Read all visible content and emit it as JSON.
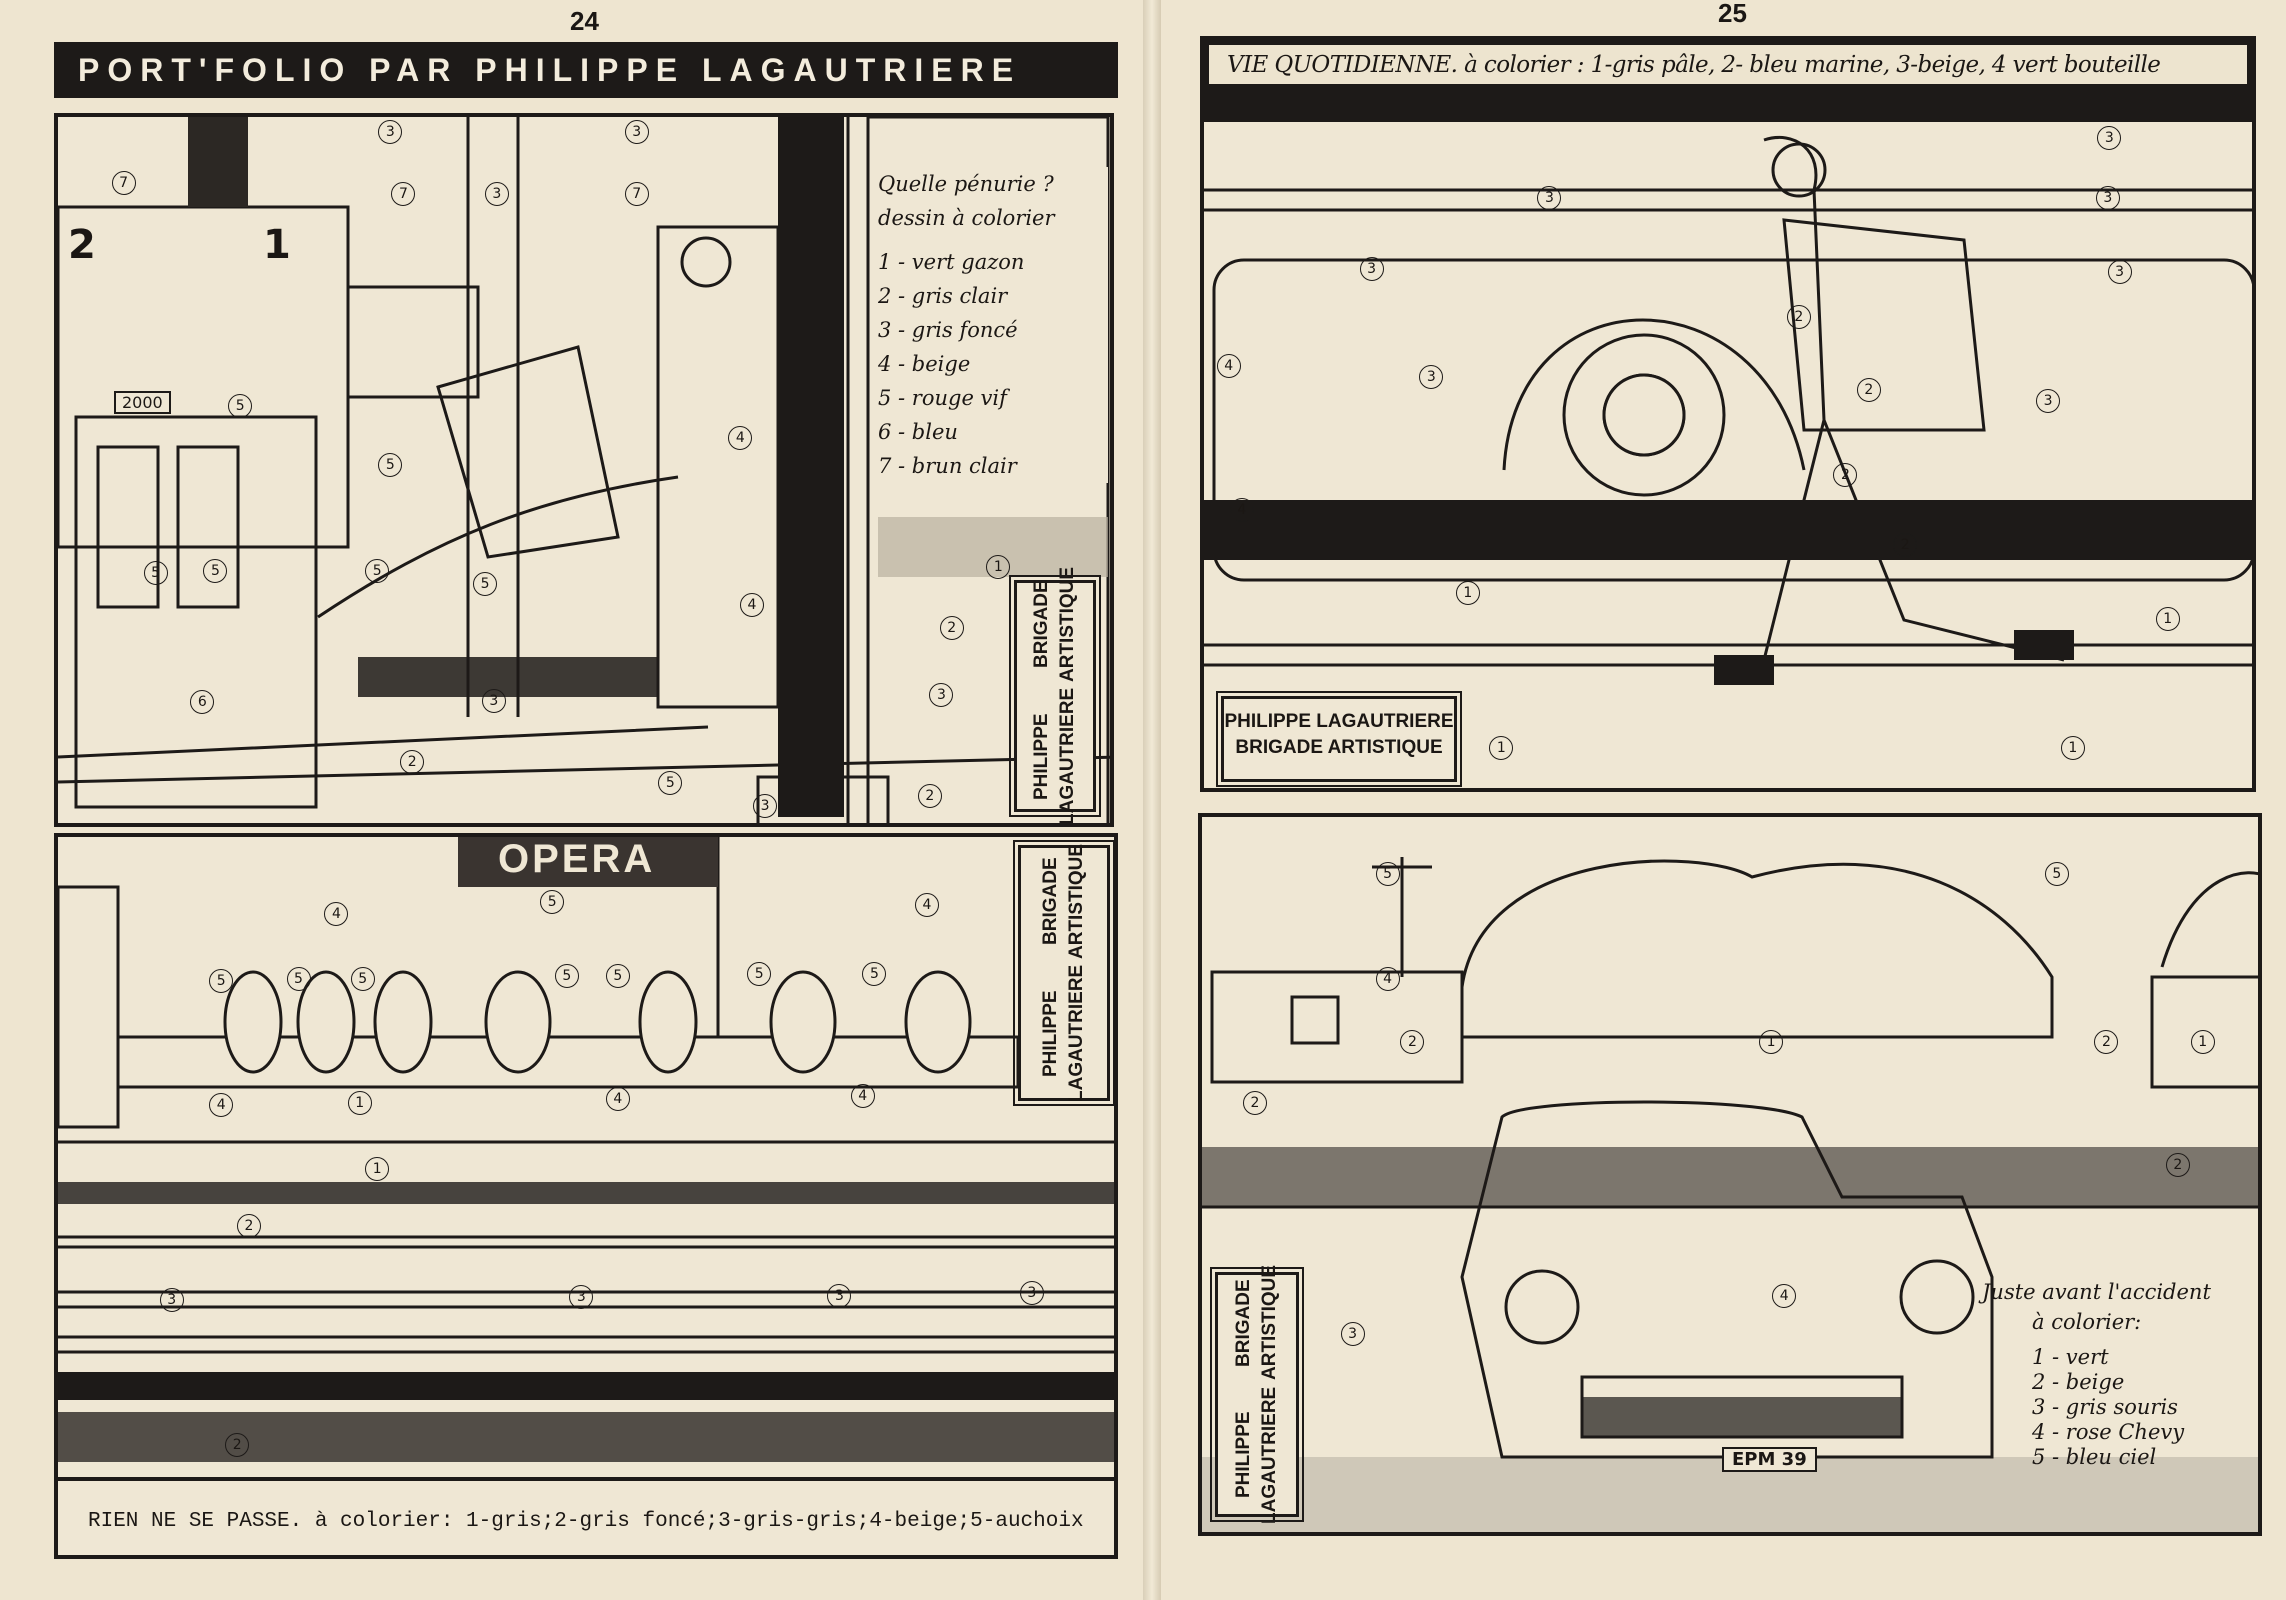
{
  "pages": {
    "left_number": "24",
    "right_number": "25"
  },
  "left": {
    "title": "PORT'FOLIO PAR PHILIPPE LAGAUTRIERE",
    "panel1": {
      "legend_title_1": "Quelle pénurie ?",
      "legend_title_2": "dessin à colorier",
      "legend": [
        "1  - vert gazon",
        "2  - gris clair",
        "3  - gris foncé",
        "4  - beige",
        "5  - rouge vif",
        "6  - bleu",
        "7  - brun clair"
      ],
      "pump_labels": [
        "2",
        "1",
        "2000"
      ],
      "markers": [
        "3",
        "3",
        "7",
        "7",
        "3",
        "7",
        "4",
        "5",
        "5",
        "5",
        "5",
        "5",
        "5",
        "4",
        "6",
        "3",
        "1",
        "2",
        "3",
        "2",
        "5",
        "3",
        "2"
      ]
    },
    "panel2": {
      "sign": "OPERA",
      "caption": "RIEN NE SE PASSE. à colorier: 1-gris;2-gris foncé;3-gris-gris;4-beige;5-auchoix",
      "markers": [
        "5",
        "4",
        "4",
        "5",
        "5",
        "5",
        "5",
        "5",
        "5",
        "5",
        "4",
        "1",
        "4",
        "4",
        "1",
        "2",
        "3",
        "3",
        "3",
        "3",
        "2"
      ]
    }
  },
  "right": {
    "header": "VIE QUOTIDIENNE. à colorier : 1-gris pâle, 2- bleu marine, 3-beige, 4 vert bouteille",
    "panel1": {
      "markers": [
        "3",
        "3",
        "3",
        "3",
        "3",
        "4",
        "3",
        "2",
        "2",
        "3",
        "4",
        "2",
        "2",
        "1",
        "1",
        "1",
        "1"
      ]
    },
    "panel2": {
      "legend_title_1": "Juste avant l'accident",
      "legend_title_2": "à colorier:",
      "legend": [
        "1 - vert",
        "2 - beige",
        "3 - gris souris",
        "4 - rose Chevy",
        "5 - bleu ciel"
      ],
      "plate": "EPM 39",
      "markers": [
        "5",
        "5",
        "4",
        "2",
        "1",
        "2",
        "1",
        "2",
        "2",
        "4",
        "3"
      ]
    }
  },
  "credit": {
    "line1": "PHILIPPE LAGAUTRIERE",
    "line2": "BRIGADE ARTISTIQUE"
  },
  "colors": {
    "paper": "#eee5d0",
    "ink": "#1d1a18"
  }
}
